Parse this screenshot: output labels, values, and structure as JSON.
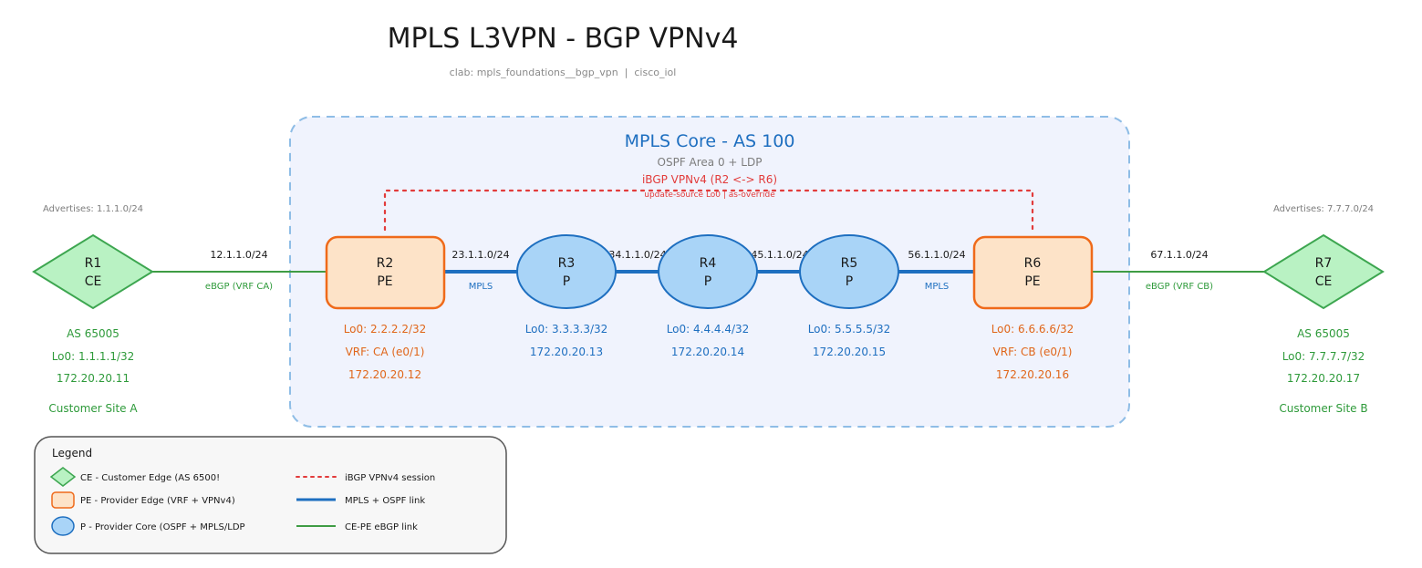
{
  "title": "MPLS L3VPN - BGP VPNv4",
  "subtitle": "clab: mpls_foundations__bgp_vpn  |  cisco_iol",
  "core": {
    "title": "MPLS Core - AS 100",
    "subtitle": "OSPF Area 0 + LDP",
    "ibgp_label": "iBGP VPNv4 (R2 <-> R6)",
    "ibgp_sublabel": "update-source Lo0 | as-override"
  },
  "colors": {
    "ce_fill": "#b9f2c3",
    "ce_stroke": "#3da650",
    "pe_fill": "#fde3c8",
    "pe_stroke": "#ef6a1a",
    "p_fill": "#a9d4f7",
    "p_stroke": "#1e6fc0",
    "core_fill": "#f0f3fd",
    "core_stroke": "#8fbde6",
    "mpls_link": "#1e6fc0",
    "ebgp_link": "#3f9c44",
    "ibgp": "#e23b3b",
    "orange_text": "#e0661a",
    "blue_text": "#1e6fc0",
    "green_text": "#2e9a3a",
    "gray_text": "#7d7d7d"
  },
  "nodes": {
    "r1": {
      "name": "R1",
      "role": "CE",
      "advertises": "Advertises: 1.1.1.0/24",
      "as": "AS 65005",
      "lo0": "Lo0: 1.1.1.1/32",
      "mgmt": "172.20.20.11",
      "site": "Customer Site A"
    },
    "r2": {
      "name": "R2",
      "role": "PE",
      "lo0": "Lo0: 2.2.2.2/32",
      "vrf": "VRF: CA (e0/1)",
      "mgmt": "172.20.20.12"
    },
    "r3": {
      "name": "R3",
      "role": "P",
      "lo0": "Lo0: 3.3.3.3/32",
      "mgmt": "172.20.20.13"
    },
    "r4": {
      "name": "R4",
      "role": "P",
      "lo0": "Lo0: 4.4.4.4/32",
      "mgmt": "172.20.20.14"
    },
    "r5": {
      "name": "R5",
      "role": "P",
      "lo0": "Lo0: 5.5.5.5/32",
      "mgmt": "172.20.20.15"
    },
    "r6": {
      "name": "R6",
      "role": "PE",
      "lo0": "Lo0: 6.6.6.6/32",
      "vrf": "VRF: CB (e0/1)",
      "mgmt": "172.20.20.16"
    },
    "r7": {
      "name": "R7",
      "role": "CE",
      "advertises": "Advertises: 7.7.7.0/24",
      "as": "AS 65005",
      "lo0": "Lo0: 7.7.7.7/32",
      "mgmt": "172.20.20.17",
      "site": "Customer Site B"
    }
  },
  "links": {
    "r1_r2": {
      "subnet": "12.1.1.0/24",
      "label": "eBGP (VRF CA)"
    },
    "r2_r3": {
      "subnet": "23.1.1.0/24",
      "label": "MPLS"
    },
    "r3_r4": {
      "subnet": "34.1.1.0/24"
    },
    "r4_r5": {
      "subnet": "45.1.1.0/24"
    },
    "r5_r6": {
      "subnet": "56.1.1.0/24",
      "label": "MPLS"
    },
    "r6_r7": {
      "subnet": "67.1.1.0/24",
      "label": "eBGP (VRF CB)"
    }
  },
  "legend": {
    "title": "Legend",
    "ce": "CE - Customer Edge (AS 6500!",
    "pe": "PE - Provider Edge (VRF + VPNv4)",
    "p": "P - Provider Core (OSPF + MPLS/LDP",
    "ibgp": "iBGP VPNv4 session",
    "mpls": "MPLS + OSPF link",
    "ebgp": "CE-PE eBGP link"
  }
}
